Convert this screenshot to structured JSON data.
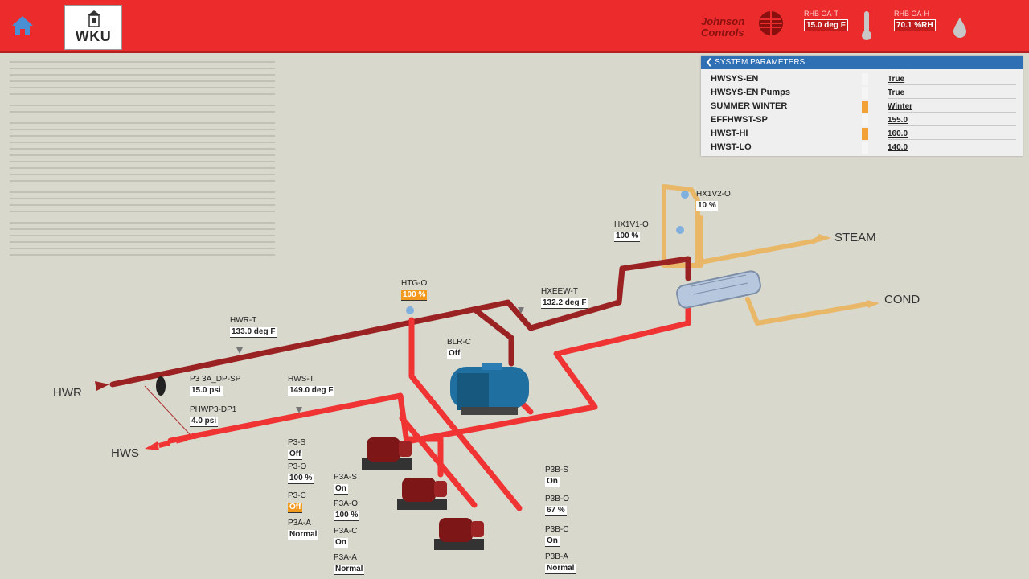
{
  "header": {
    "logo": "WKU",
    "company": "Johnson Controls",
    "temp_label": "RHB OA-T",
    "temp_value": "15.0 deg F",
    "rh_label": "RHB OA-H",
    "rh_value": "70.1 %RH",
    "colors": {
      "bar": "#ec2c2c",
      "accent": "#2f6fb4"
    }
  },
  "system_parameters": {
    "title": "SYSTEM PARAMETERS",
    "rows": [
      {
        "name": "HWSYS-EN",
        "value": "True",
        "highlight": false
      },
      {
        "name": "HWSYS-EN Pumps",
        "value": "True",
        "highlight": false
      },
      {
        "name": "SUMMER WINTER",
        "value": "Winter",
        "highlight": true
      },
      {
        "name": "EFFHWST-SP",
        "value": "155.0",
        "highlight": false
      },
      {
        "name": "HWST-HI",
        "value": "160.0",
        "highlight": true
      },
      {
        "name": "HWST-LO",
        "value": "140.0",
        "highlight": false
      }
    ]
  },
  "labels": {
    "hwr": "HWR",
    "hws": "HWS",
    "steam": "STEAM",
    "cond": "COND"
  },
  "points": {
    "hwr_t": {
      "label": "HWR-T",
      "value": "133.0 deg F"
    },
    "hws_t": {
      "label": "HWS-T",
      "value": "149.0 deg F"
    },
    "htg_o": {
      "label": "HTG-O",
      "value": "100 %"
    },
    "blr_c": {
      "label": "BLR-C",
      "value": "Off"
    },
    "hxew_t": {
      "label": "HXEEW-T",
      "value": "132.2 deg F"
    },
    "hx1v1_o": {
      "label": "HX1V1-O",
      "value": "100 %"
    },
    "hx1v2_o": {
      "label": "HX1V2-O",
      "value": "10 %"
    },
    "dp_sp": {
      "label": "P3 3A_DP-SP",
      "value": "15.0 psi"
    },
    "dp1": {
      "label": "PHWP3-DP1",
      "value": "4.0 psi"
    },
    "p3_s": {
      "label": "P3-S",
      "value": "Off"
    },
    "p3_o": {
      "label": "P3-O",
      "value": "100 %"
    },
    "p3_c": {
      "label": "P3-C",
      "value": "Off"
    },
    "p3_a": {
      "label": "P3A-A",
      "value": "Normal"
    },
    "p3a_s": {
      "label": "P3A-S",
      "value": "On"
    },
    "p3a_o": {
      "label": "P3A-O",
      "value": "100 %"
    },
    "p3a_c": {
      "label": "P3A-C",
      "value": "On"
    },
    "p3a_a": {
      "label": "P3A-A",
      "value": "Normal"
    },
    "p3b_s": {
      "label": "P3B-S",
      "value": "On"
    },
    "p3b_o": {
      "label": "P3B-O",
      "value": "67 %"
    },
    "p3b_c": {
      "label": "P3B-C",
      "value": "On"
    },
    "p3b_a": {
      "label": "P3B-A",
      "value": "Normal"
    }
  }
}
